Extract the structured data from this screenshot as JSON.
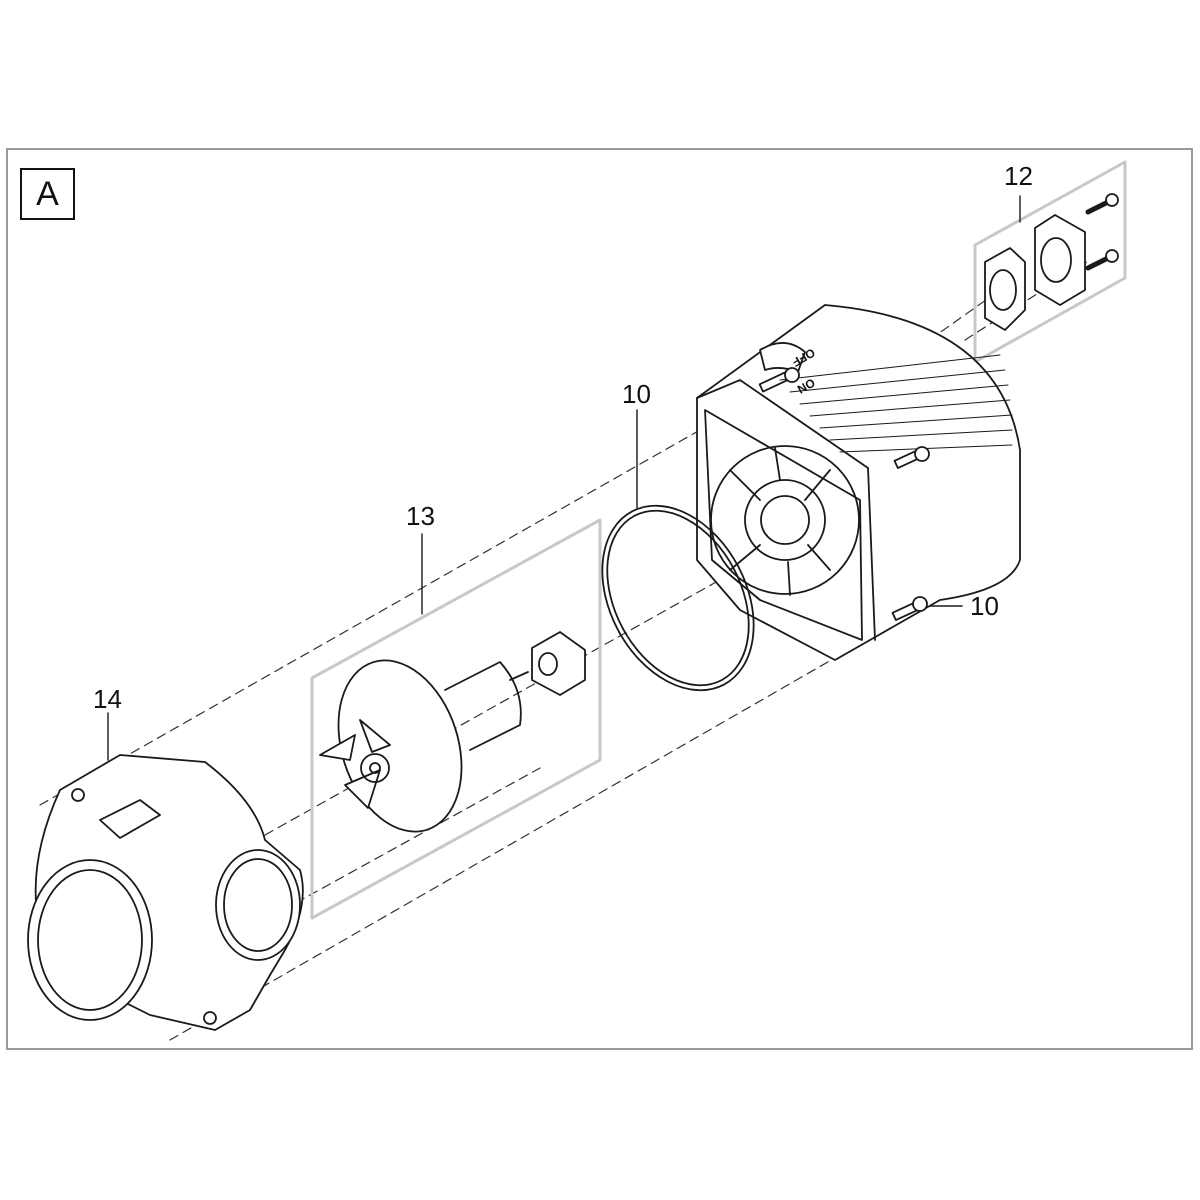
{
  "panel_label": "A",
  "callouts": {
    "switch_cover": "12",
    "o_ring": "10",
    "screw": "10",
    "rotor": "13",
    "pump_housing": "14"
  },
  "switch_labels": {
    "off": "OFF",
    "on": "ON"
  },
  "colors": {
    "line": "#1a1a1a",
    "frame": "#9a9a9a",
    "group_box": "#c8c8c8"
  }
}
